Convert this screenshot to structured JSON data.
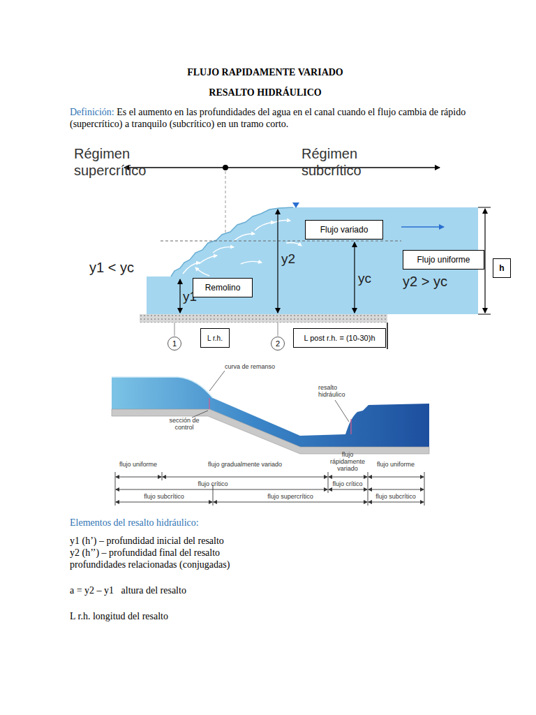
{
  "diagram": {
    "title": "FLUJO RAPIDAMENTE VARIADO",
    "nodes": [
      {
        "text": [
          "Flujo variado"
        ]
      },
      {
        "text": [
          "Flujo uniforme"
        ]
      },
      {
        "text": [
          "h"
        ]
      },
      {
        "text": [
          "Remolino"
        ]
      },
      {
        "text": [
          "1"
        ]
      },
      {
        "text": [
          "L r.h."
        ]
      },
      {
        "text": [
          "2"
        ]
      },
      {
        "text": [
          "L post r.h. = (10-30)h"
        ]
      }
    ],
    "labels": [
      "RESALTO HIDRÁULICO",
      "Definición:",
      "Es el aumento en las profundidades del agua en el canal cuando el flujo cambia de rápido (supercrítico) a tranquilo (subcrítico) en un tramo corto.",
      "Régimen supercrítico",
      "Régimen subcrítico",
      "y2",
      "yc",
      "y1 < yc",
      "y2 > yc",
      "y1",
      "curva de remanso",
      "resalto hidráulico",
      "sección de control",
      "flujo uniforme",
      "flujo gradualmente variado",
      "flujo rápidamente variado",
      "flujo uniforme",
      "flujo crítico",
      "flujo crítico",
      "flujo subcrítico",
      "flujo supercrítico",
      "flujo subcrítico",
      "Elementos del resalto hidráulico:",
      "y1 (h’) – profundidad inicial del resalto",
      "y2 (h’’) – profundidad final del resalto",
      "profundidades relacionadas (conjugadas)",
      "a = y2 – y1   altura del resalto",
      "L r.h. longitud del resalto"
    ]
  }
}
